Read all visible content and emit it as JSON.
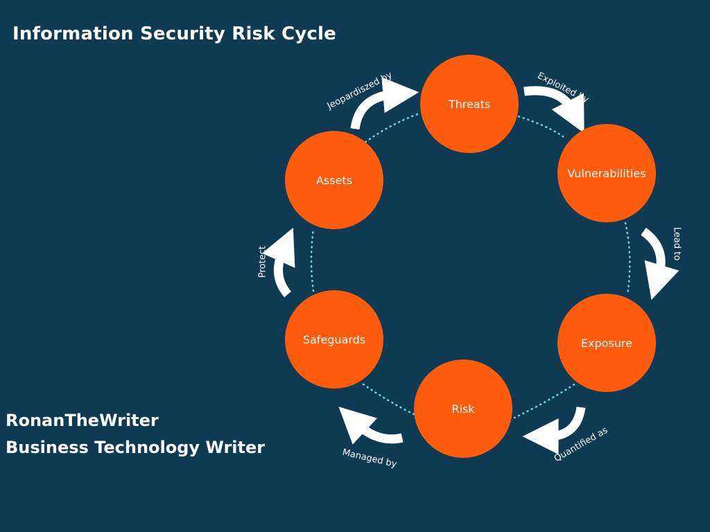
{
  "title": "Information Security Risk Cycle",
  "author": {
    "name": "RonanTheWriter",
    "role": "Business Technology Writer"
  },
  "colors": {
    "background": "#0e3a54",
    "node_fill": "#fe5c0d",
    "arrow": "#ffffff",
    "dotted_ring": "#7ed3e6"
  },
  "nodes": [
    {
      "id": "threats",
      "label": "Threats"
    },
    {
      "id": "vulnerabilities",
      "label": "Vulnerabilities"
    },
    {
      "id": "exposure",
      "label": "Exposure"
    },
    {
      "id": "risk",
      "label": "Risk"
    },
    {
      "id": "safeguards",
      "label": "Safeguards"
    },
    {
      "id": "assets",
      "label": "Assets"
    }
  ],
  "edges": [
    {
      "from": "threats",
      "to": "vulnerabilities",
      "label": "Exploited by"
    },
    {
      "from": "vulnerabilities",
      "to": "exposure",
      "label": "Lead to"
    },
    {
      "from": "exposure",
      "to": "risk",
      "label": "Quantified as"
    },
    {
      "from": "risk",
      "to": "safeguards",
      "label": "Managed by"
    },
    {
      "from": "safeguards",
      "to": "assets",
      "label": "Protect"
    },
    {
      "from": "assets",
      "to": "threats",
      "label": "Jeopardiszed by"
    }
  ]
}
